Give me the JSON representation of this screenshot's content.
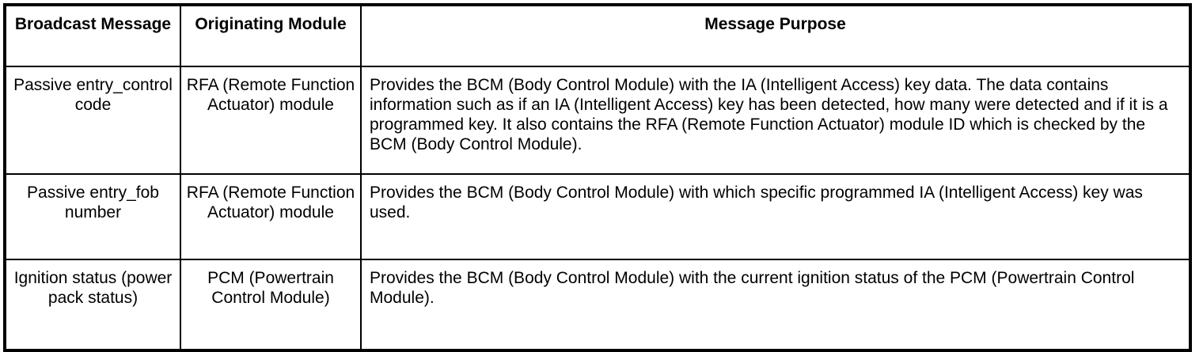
{
  "table": {
    "headers": [
      "Broadcast Message",
      "Originating Module",
      "Message Purpose"
    ],
    "rows": [
      {
        "broadcast_message": "Passive entry_control code",
        "originating_module": "RFA (Remote Function Actuator) module",
        "message_purpose": "Provides the BCM (Body Control Module) with the IA (Intelligent Access) key data. The data contains information such as if an IA (Intelligent Access) key has been detected, how many were detected and if it is a programmed key. It also contains the RFA (Remote Function Actuator) module ID which is checked by the BCM (Body Control Module)."
      },
      {
        "broadcast_message": "Passive entry_fob number",
        "originating_module": "RFA (Remote Function Actuator) module",
        "message_purpose": "Provides the BCM (Body Control Module) with which specific programmed IA (Intelligent Access) key was used."
      },
      {
        "broadcast_message": "Ignition status (power pack status)",
        "originating_module": "PCM (Powertrain Control Module)",
        "message_purpose": "Provides the BCM (Body Control Module) with the current ignition status of the PCM (Powertrain Control Module)."
      }
    ]
  },
  "colors": {
    "border": "#000000",
    "text": "#000000",
    "background": "#ffffff"
  }
}
